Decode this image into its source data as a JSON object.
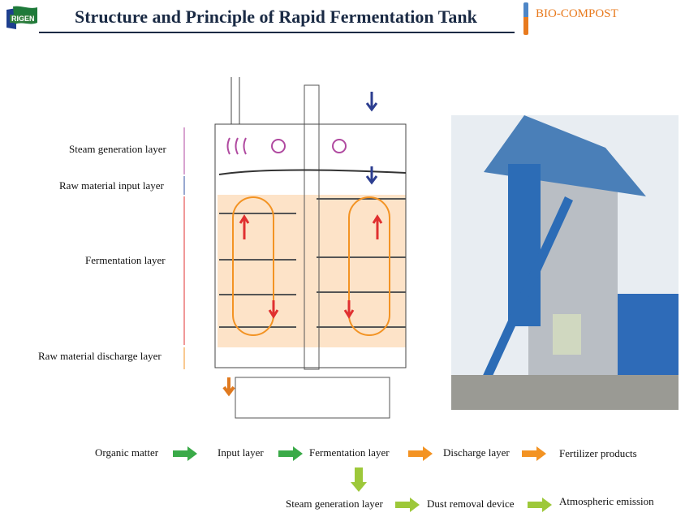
{
  "header": {
    "logo_text": "RIGEN",
    "title": "Structure and Principle of Rapid Fermentation Tank",
    "brand": "BIO-COMPOST"
  },
  "layers": [
    "Steam generation layer",
    "Raw material input layer",
    "Fermentation layer",
    "Raw material discharge layer"
  ],
  "flow": {
    "row1": [
      "Organic matter",
      "Input layer",
      "Fermentation layer",
      "Discharge layer",
      "Fertilizer products"
    ],
    "row2": [
      "Steam generation layer",
      "Dust removal device",
      "Atmospheric emission"
    ]
  },
  "colors": {
    "green": "#3aaa48",
    "orange": "#f39323",
    "lime": "#9dc83a",
    "title": "#1a2a44"
  }
}
